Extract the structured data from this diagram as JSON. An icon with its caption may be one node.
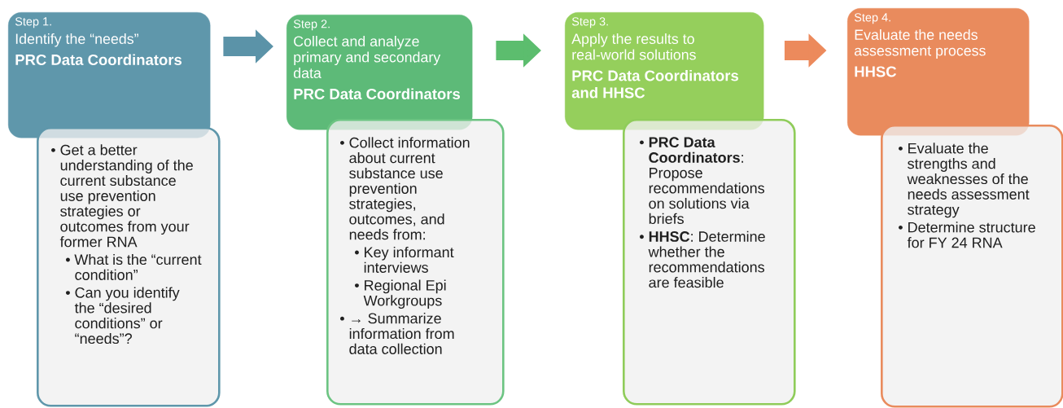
{
  "diagram": {
    "nodes": [
      {
        "text": [
          "Step 1.",
          "Identify the “needs”",
          "PRC Data Coordinators"
        ]
      },
      {
        "text": [
          "• Get a better understanding of the current substance use prevention strategies or outcomes from your former RNA",
          "• What is the “current condition”",
          "• Can you identify the “desired conditions” or “needs”?"
        ]
      },
      {
        "text": [
          "Step 2.",
          "Collect and analyze primary and secondary data",
          "PRC Data Coordinators"
        ]
      },
      {
        "text": [
          "• Collect information about current substance use prevention strategies, outcomes, and needs from:",
          "• Key informant interviews",
          "• Regional Epi Workgroups",
          "• → Summarize information from data collection"
        ]
      },
      {
        "text": [
          "Step 3.",
          "Apply the results to real-world solutions",
          "PRC Data Coordinators and HHSC"
        ]
      },
      {
        "text": [
          "• **PRC Data Coordinators**: Propose recommendations on solutions via briefs",
          "• **HHSC**: Determine whether the recommendations are feasible"
        ]
      },
      {
        "text": [
          "Step 4.",
          "Evaluate the needs assessment process",
          "HHSC"
        ]
      },
      {
        "text": [
          "• Evaluate the strengths and weaknesses of the needs assessment strategy",
          "• Determine structure for FY 24 RNA"
        ]
      }
    ],
    "edges": [
      {
        "from": 0,
        "to": 2,
        "arrow": "to",
        "color": "#5b93a8"
      },
      {
        "from": 2,
        "to": 4,
        "arrow": "to",
        "color": "#5cbd6e"
      },
      {
        "from": 4,
        "to": 6,
        "arrow": "to",
        "color": "#ec8a5c"
      }
    ]
  }
}
